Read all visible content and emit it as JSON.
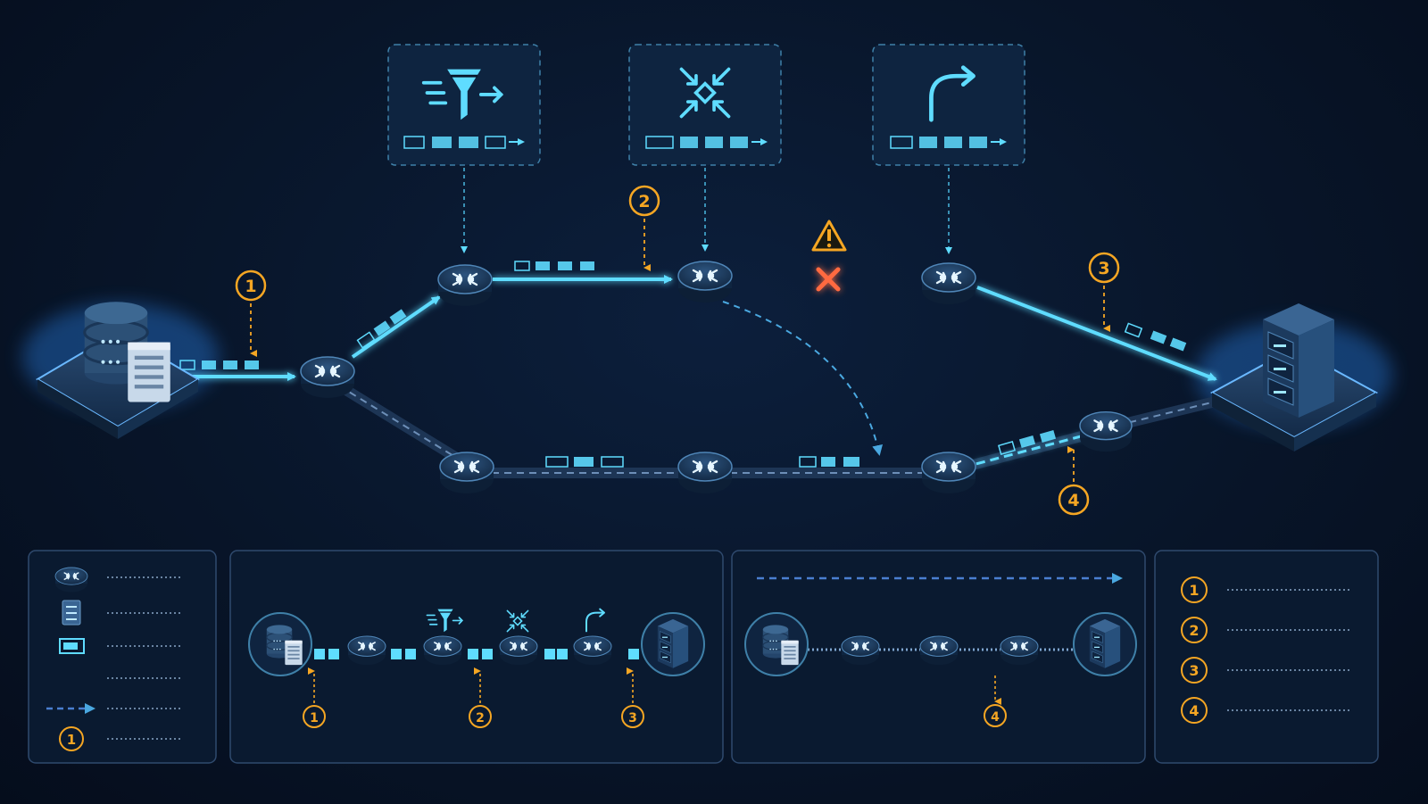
{
  "colors": {
    "background": "#081529",
    "active_link": "#5fdcff",
    "backup_link": "#4a7fd0",
    "failed_link": "#ff5a3a",
    "marker": "#f5a623",
    "node_fill": "#1d3a5c",
    "panel_border": "#2f4a6e"
  },
  "markers": {
    "m1": "1",
    "m2": "2",
    "m3": "3",
    "m4": "4"
  },
  "icons": {
    "source": "database-server-icon",
    "destination": "server-rack-icon",
    "router": "router-icon",
    "filter": "funnel-icon",
    "merge": "converge-arrows-icon",
    "redirect": "redirect-arrow-icon",
    "warning": "warning-icon",
    "failure": "x-mark-icon",
    "packet": "packet-icon"
  },
  "legend_markers": [
    "1",
    "2",
    "3",
    "4"
  ]
}
